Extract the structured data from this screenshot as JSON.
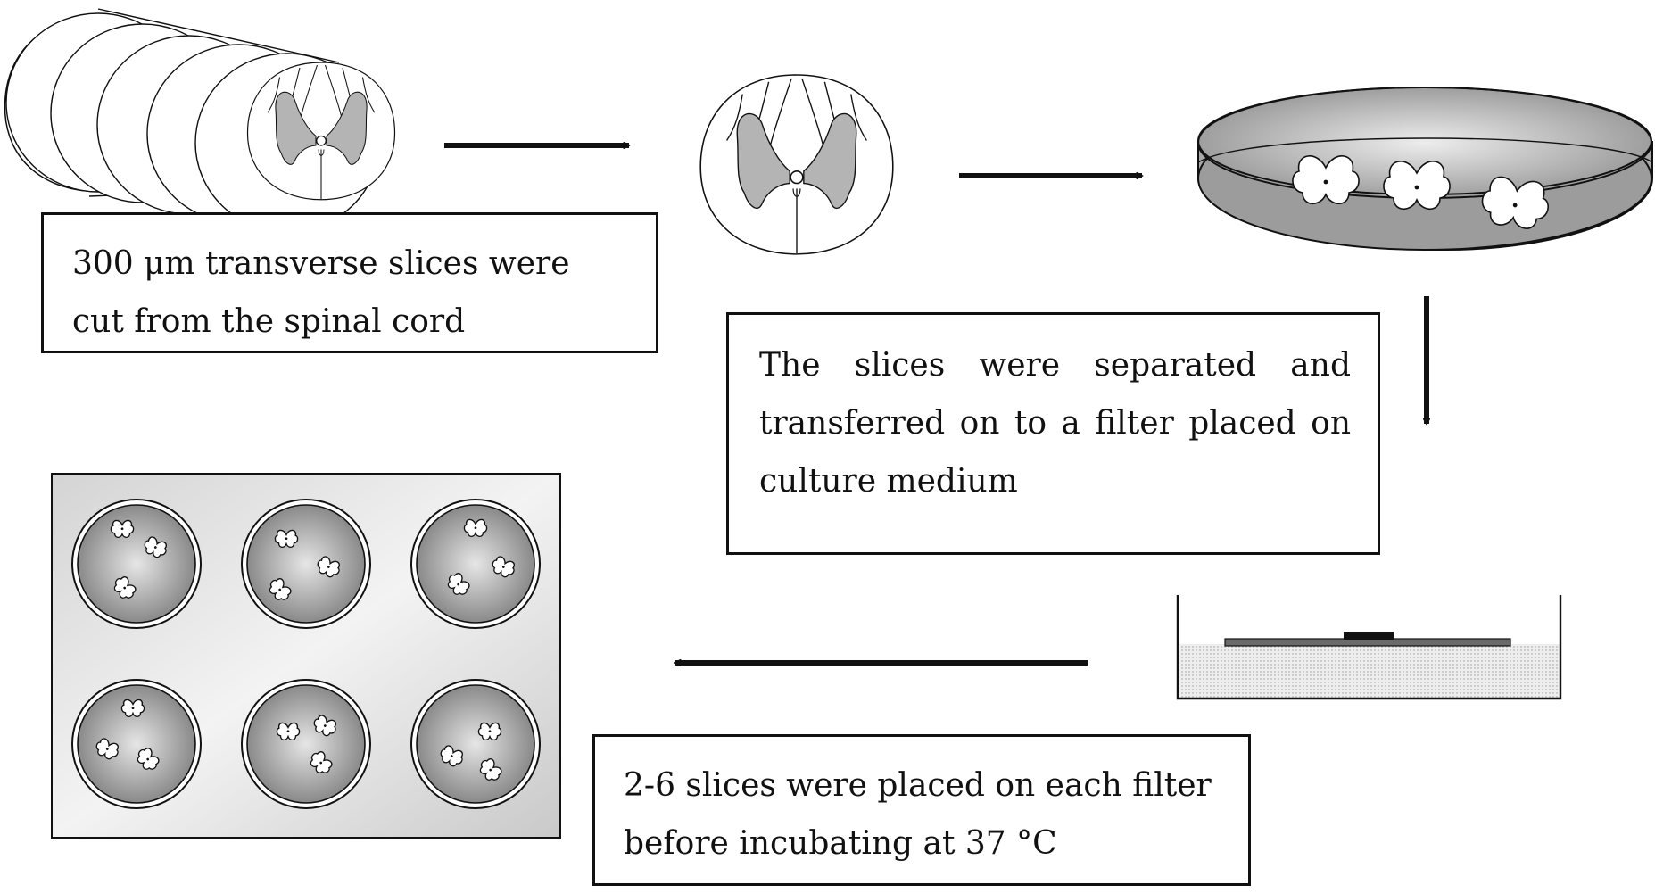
{
  "captions": {
    "step1": "300 μm transverse slices were cut from the spinal cord",
    "step2": "The slices were separated and transferred on to a filter placed on culture medium",
    "step3": "2-6 slices were placed on each filter before incubating at 37 °C"
  },
  "colors": {
    "ink": "#111111",
    "grey_matter": "#b4b4b4",
    "dish_fill": "#bdbdbd",
    "plate_fill": "#d2d2d2",
    "well_fill": "#9a9a9a",
    "medium_fill": "#e4e4e4"
  },
  "icons": [
    "spinal-cord-stack-icon",
    "spinal-cord-section-icon",
    "petri-dish-icon",
    "culture-insert-icon",
    "six-well-plate-icon",
    "slice-icon"
  ],
  "plate": {
    "wells": 6,
    "slices_per_well": [
      3,
      3,
      3,
      3,
      3,
      3
    ]
  }
}
